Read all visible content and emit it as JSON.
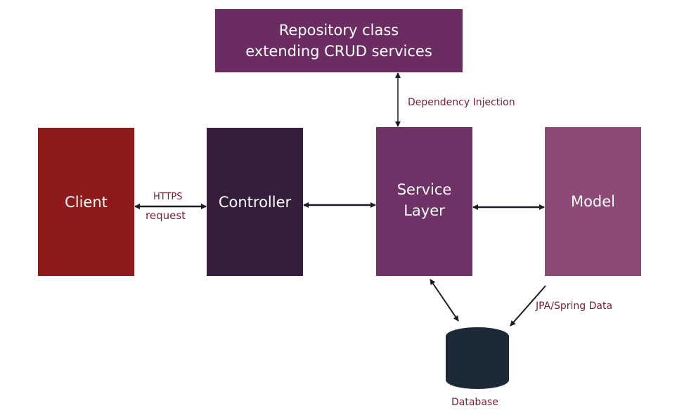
{
  "nodes": {
    "repository": {
      "line1": "Repository class",
      "line2": "extending CRUD services"
    },
    "client": "Client",
    "controller": "Controller",
    "service": {
      "line1": "Service",
      "line2": "Layer"
    },
    "model": "Model",
    "database": "Database"
  },
  "edge_labels": {
    "https": "HTTPS",
    "request": "request",
    "dependency_injection": "Dependency Injection",
    "jpa_spring_data": "JPA/Spring Data"
  },
  "colors": {
    "client": "#8f1a1c",
    "controller": "#351d3c",
    "service": "#6e3266",
    "model": "#8e4a77",
    "repository": "#6b2d61",
    "database": "#1c2a38",
    "label_text": "#7a1c33",
    "arrow": "#1e1a2a"
  }
}
